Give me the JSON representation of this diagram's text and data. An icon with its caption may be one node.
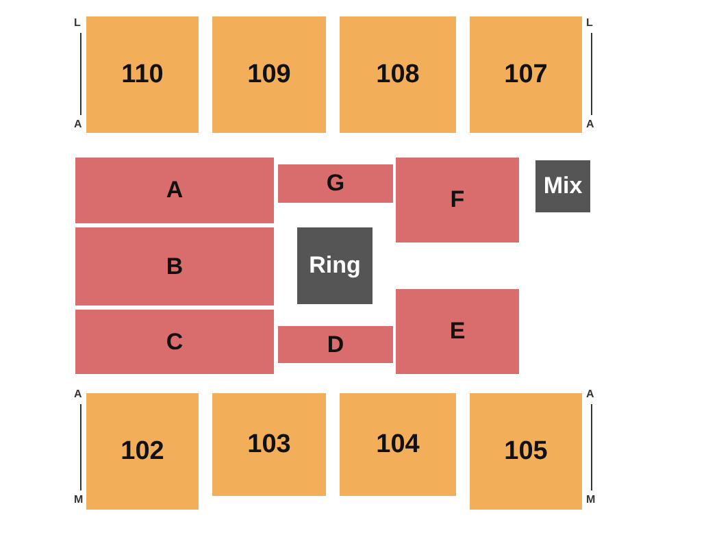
{
  "diagram": {
    "nodes": [
      {
        "text": [
          "110"
        ]
      },
      {
        "text": [
          "109"
        ]
      },
      {
        "text": [
          "108"
        ]
      },
      {
        "text": [
          "107"
        ]
      },
      {
        "text": [
          "A"
        ]
      },
      {
        "text": [
          "G"
        ]
      },
      {
        "text": [
          "F"
        ]
      },
      {
        "text": [
          "Mix"
        ]
      },
      {
        "text": [
          "B"
        ]
      },
      {
        "text": [
          "Ring"
        ]
      },
      {
        "text": [
          "C"
        ]
      },
      {
        "text": [
          "D"
        ]
      },
      {
        "text": [
          "E"
        ]
      },
      {
        "text": [
          "102"
        ]
      },
      {
        "text": [
          "103"
        ]
      },
      {
        "text": [
          "104"
        ]
      },
      {
        "text": [
          "105"
        ]
      }
    ],
    "labels": [
      "L",
      "L",
      "A",
      "A",
      "A",
      "A",
      "M",
      "M"
    ]
  }
}
